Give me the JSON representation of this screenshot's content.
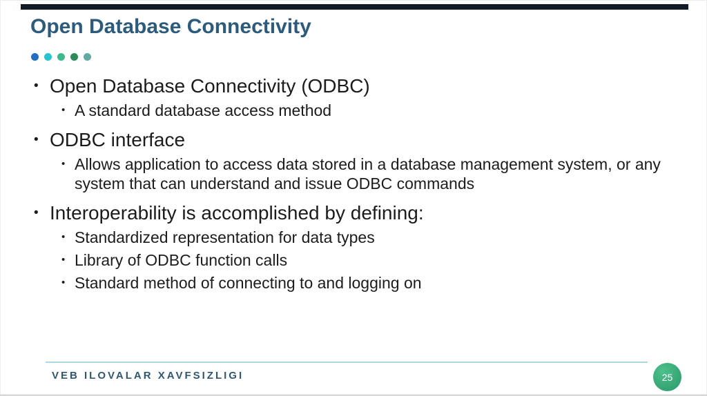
{
  "slide": {
    "title": "Open Database Connectivity",
    "bullet_glyph": "•",
    "accent_dots": [
      {
        "name": "dot-blue",
        "color": "#1f6fc4"
      },
      {
        "name": "dot-turquoise",
        "color": "#29c5ce"
      },
      {
        "name": "dot-teal-green",
        "color": "#3cb98f"
      },
      {
        "name": "dot-dark-green",
        "color": "#2e8b57"
      },
      {
        "name": "dot-muted-teal",
        "color": "#63a9a4"
      }
    ],
    "bullets": [
      {
        "text": "Open Database Connectivity (ODBC)",
        "children": [
          "A standard database access method"
        ]
      },
      {
        "text": "ODBC interface",
        "children": [
          "Allows application to access data stored in a database management system, or any system that can understand and issue ODBC commands"
        ]
      },
      {
        "text": "Interoperability is accomplished by defining:",
        "children": [
          "Standardized representation for data types",
          "Library of ODBC function calls",
          "Standard method of connecting to and logging on"
        ]
      }
    ],
    "footer": {
      "text": "VEB ILOVALAR XAVFSIZLIGI",
      "page_number": "25"
    },
    "colors": {
      "top_bar": "#111b26",
      "title": "#2d5b7c",
      "body_text": "#1c1c1c",
      "footer_text": "#31566f",
      "footer_line": "#abd7e9",
      "badge_green": "#35a873",
      "badge_text": "#ffffff"
    }
  }
}
